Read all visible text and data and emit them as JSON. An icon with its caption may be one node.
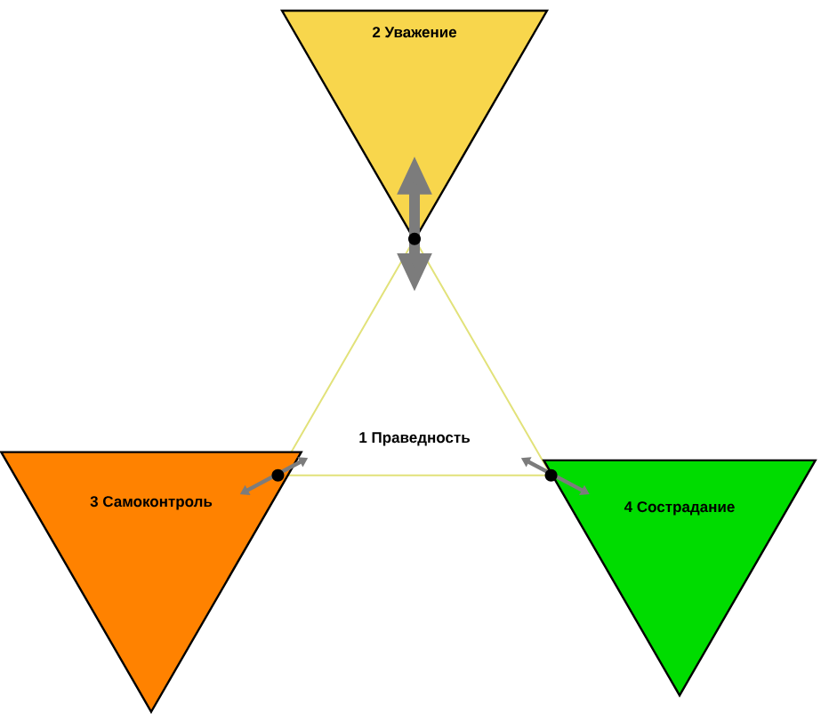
{
  "diagram": {
    "nodes": [
      {
        "text": [
          "1 Праведность"
        ]
      },
      {
        "text": [
          "2 Уважение"
        ]
      },
      {
        "text": [
          "3 Самоконтроль"
        ]
      },
      {
        "text": [
          "4 Сострадание"
        ]
      }
    ],
    "edges": [
      {
        "from": 0,
        "to": 1,
        "arrow": "both",
        "style": "thick"
      },
      {
        "from": 0,
        "to": 2,
        "arrow": "both"
      },
      {
        "from": 0,
        "to": 3,
        "arrow": "both"
      }
    ]
  }
}
